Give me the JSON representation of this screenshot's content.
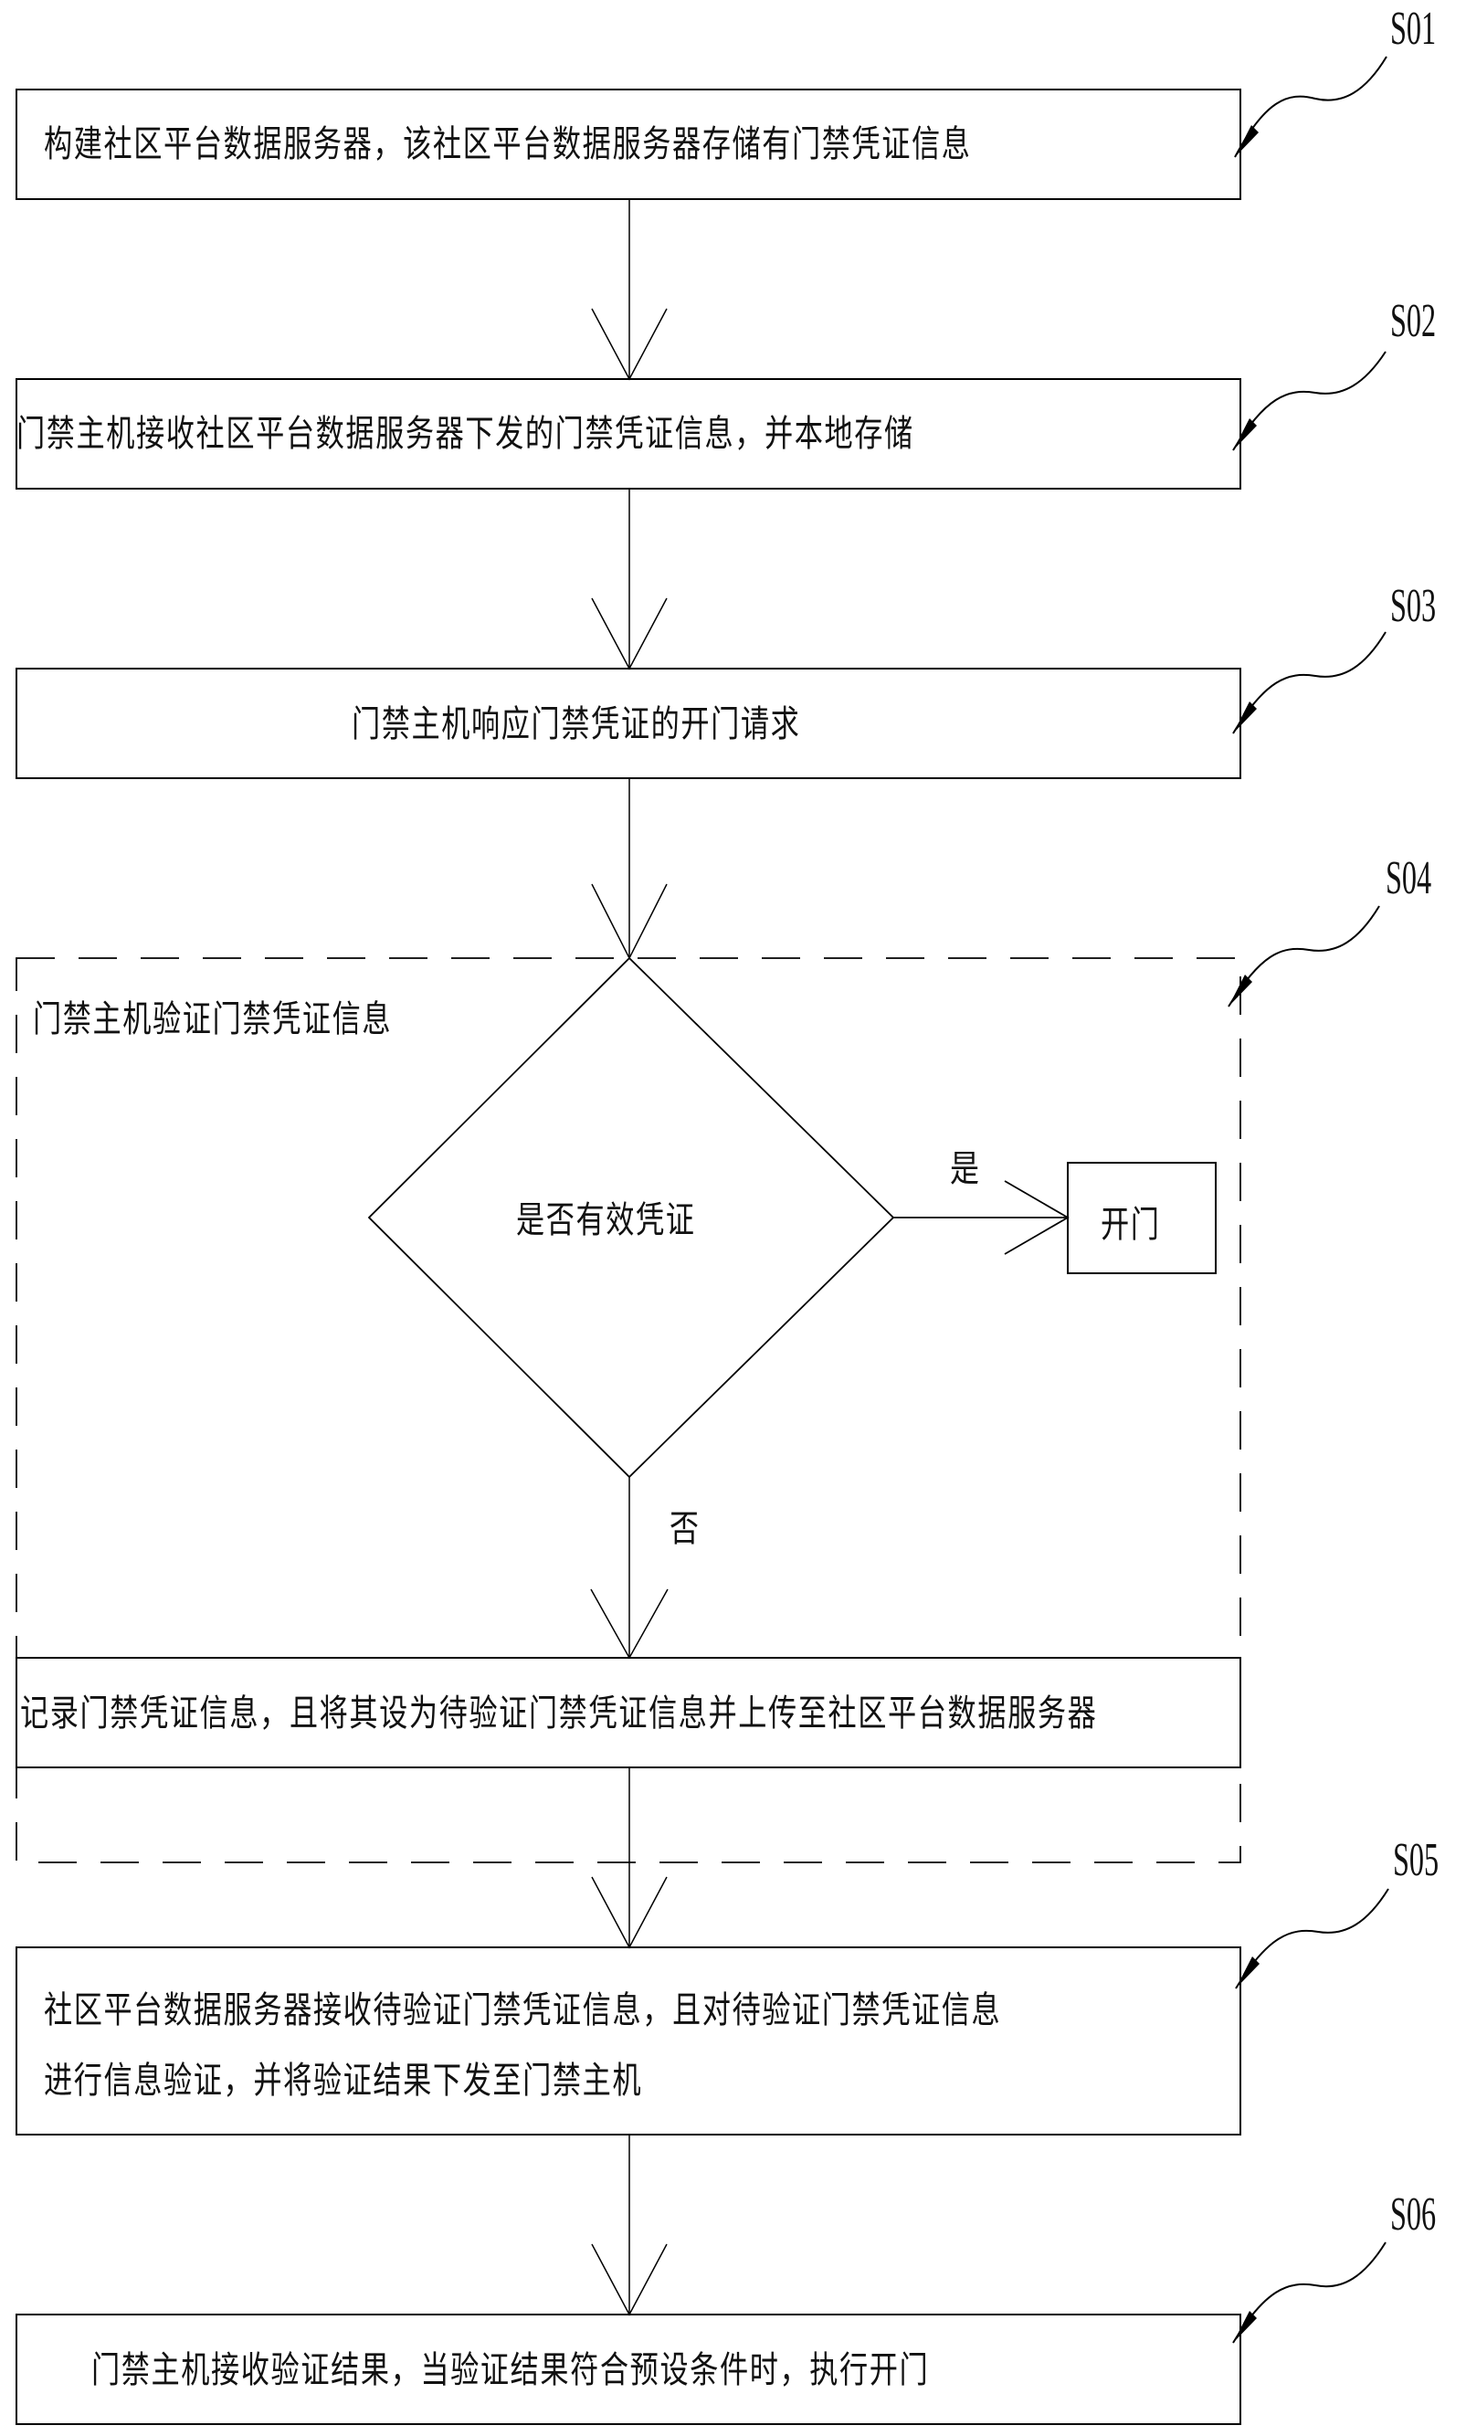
{
  "diagram": {
    "type": "flowchart",
    "steps": [
      {
        "id": "S01",
        "label": "S01",
        "text": "构建社区平台数据服务器，该社区平台数据服务器存储有门禁凭证信息"
      },
      {
        "id": "S02",
        "label": "S02",
        "text": "门禁主机接收社区平台数据服务器下发的门禁凭证信息，并本地存储"
      },
      {
        "id": "S03",
        "label": "S03",
        "text": "门禁主机响应门禁凭证的开门请求"
      },
      {
        "id": "S04",
        "label": "S04",
        "title": "门禁主机验证门禁凭证信息",
        "decision": "是否有效凭证",
        "yes_label": "是",
        "no_label": "否",
        "yes_action": "开门",
        "no_action": "记录门禁凭证信息，且将其设为待验证门禁凭证信息并上传至社区平台数据服务器"
      },
      {
        "id": "S05",
        "label": "S05",
        "text_line1": "社区平台数据服务器接收待验证门禁凭证信息，且对待验证门禁凭证信息",
        "text_line2": "进行信息验证，并将验证结果下发至门禁主机"
      },
      {
        "id": "S06",
        "label": "S06",
        "text": "门禁主机接收验证结果，当验证结果符合预设条件时，执行开门"
      }
    ],
    "colors": {
      "line": "#000000",
      "background": "#ffffff"
    }
  }
}
